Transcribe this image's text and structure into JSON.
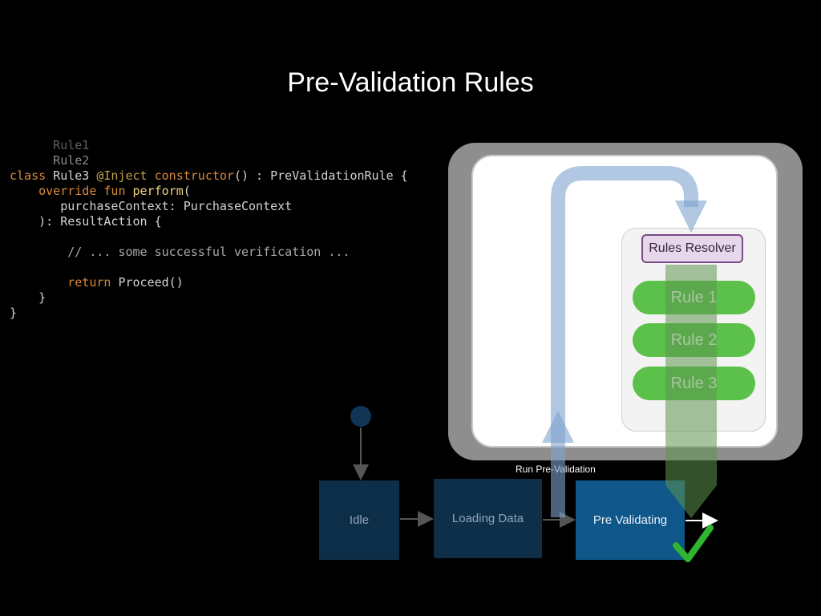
{
  "slide": {
    "title": "Pre-Validation Rules"
  },
  "code": {
    "lines": [
      [
        {
          "t": "      Rule1",
          "c": "tok-dim2"
        }
      ],
      [
        {
          "t": "      Rule2",
          "c": "tok-dim"
        }
      ],
      [
        {
          "t": "class ",
          "c": "tok-kw"
        },
        {
          "t": "Rule3 ",
          "c": "tok-pl"
        },
        {
          "t": "@Inject ",
          "c": "tok-ann"
        },
        {
          "t": "constructor",
          "c": "tok-kw"
        },
        {
          "t": "() : PreValidationRule {",
          "c": "tok-pl"
        }
      ],
      [
        {
          "t": "    override fun ",
          "c": "tok-kw"
        },
        {
          "t": "perform",
          "c": "tok-fn"
        },
        {
          "t": "(",
          "c": "tok-pl"
        }
      ],
      [
        {
          "t": "       purchaseContext: PurchaseContext",
          "c": "tok-pl"
        }
      ],
      [
        {
          "t": "    ): ResultAction {",
          "c": "tok-pl"
        }
      ],
      [
        {
          "t": "",
          "c": "tok-pl"
        }
      ],
      [
        {
          "t": "        // ... some successful verification ...",
          "c": "tok-cm"
        }
      ],
      [
        {
          "t": "",
          "c": "tok-pl"
        }
      ],
      [
        {
          "t": "        return ",
          "c": "tok-kw"
        },
        {
          "t": "Proceed()",
          "c": "tok-pl"
        }
      ],
      [
        {
          "t": "    }",
          "c": "tok-pl"
        }
      ],
      [
        {
          "t": "}",
          "c": "tok-pl"
        }
      ]
    ]
  },
  "diagram": {
    "resolver_label": "Rules Resolver",
    "rules": [
      "Rule 1",
      "Rule 2",
      "Rule 3"
    ],
    "states": {
      "idle": "Idle",
      "loading": "Loading Data",
      "pre_validating": "Pre Validating"
    },
    "transition_label": "Run Pre-Validation",
    "colors": {
      "rule_green": "#5cc14a",
      "state_active": "#0f5689",
      "state_inactive": "#0c2e49",
      "flow_arrow": "#7fa2cf",
      "checkmark": "#2fb52f"
    }
  }
}
